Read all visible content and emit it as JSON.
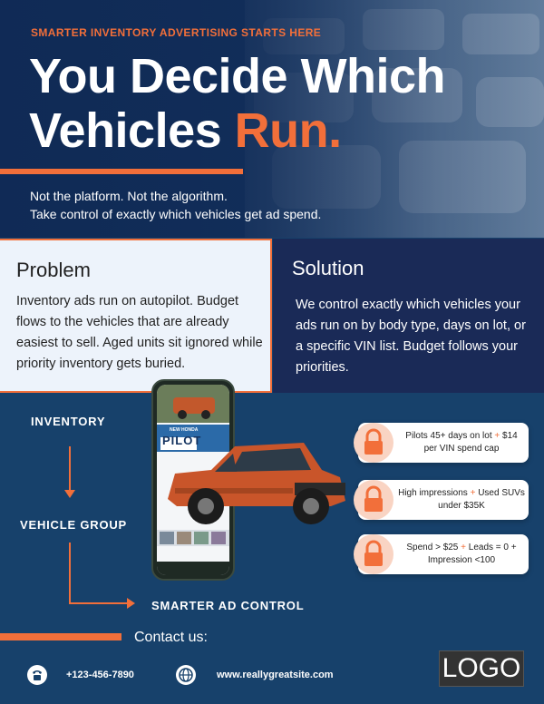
{
  "hero": {
    "kicker": "SMARTER INVENTORY ADVERTISING STARTS HERE",
    "title_line1": "You Decide Which",
    "title_line2_main": "Vehicles ",
    "title_line2_accent": "Run.",
    "subtitle_line1": "Not the platform. Not the algorithm.",
    "subtitle_line2": "Take control of exactly which vehicles get ad spend."
  },
  "problem": {
    "title": "Problem",
    "text": "Inventory ads run on autopilot. Budget flows to the vehicles that are already easiest to sell. Aged units sit ignored while priority inventory gets buried."
  },
  "solution": {
    "title": "Solution",
    "text": "We control exactly which vehicles your ads run on by body type, days on lot, or a specific VIN list. Budget follows your priorities."
  },
  "flow": {
    "step1": "INVENTORY",
    "step2": "VEHICLE GROUP",
    "step3": "SMARTER AD CONTROL"
  },
  "phone": {
    "banner_small": "NEW HONDA",
    "banner_big": "PILOT"
  },
  "rules": [
    {
      "a": "Pilots 45+ days on lot ",
      "plus": "+",
      "b": " $14 per VIN spend cap"
    },
    {
      "a": "High impressions ",
      "plus": "+",
      "b": " Used SUVs under $35K"
    },
    {
      "a": "Spend > $25 ",
      "plus": "+",
      "b": " Leads = 0 + Impression <100"
    }
  ],
  "footer": {
    "contact_title": "Contact us:",
    "phone": "+123-456-7890",
    "website": "www.reallygreatsite.com",
    "logo": "LOGO"
  },
  "colors": {
    "accent": "#f26f3a",
    "navy": "#17416b",
    "solution_bg": "#1a2a57"
  }
}
